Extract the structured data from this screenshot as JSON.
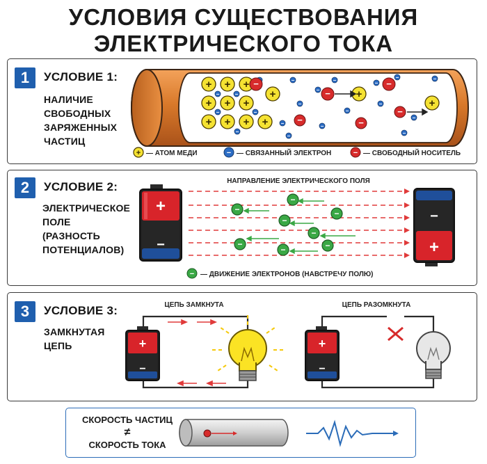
{
  "title": {
    "line1": "УСЛОВИЯ СУЩЕСТВОВАНИЯ",
    "line2": "ЭЛЕКТРИЧЕСКОГО ТОКА"
  },
  "condition1": {
    "number": "1",
    "heading": "УСЛОВИЕ 1:",
    "desc": [
      "НАЛИЧИЕ",
      "СВОБОДНЫХ",
      "ЗАРЯЖЕННЫХ",
      "ЧАСТИЦ"
    ],
    "legend": {
      "copper_atom": "— АТОМ МЕДИ",
      "bound_electron": "— СВЯЗАННЫЙ ЭЛЕКТРОН",
      "free_carrier": "— СВОБОДНЫЙ НОСИТЕЛЬ"
    }
  },
  "condition2": {
    "number": "2",
    "heading": "УСЛОВИЕ 2:",
    "desc": [
      "ЭЛЕКТРИЧЕСКОЕ",
      "ПОЛЕ",
      "(РАЗНОСТЬ",
      "ПОТЕНЦИАЛОВ)"
    ],
    "field_direction": "НАПРАВЛЕНИЕ ЭЛЕКТРИЧЕСКОГО ПОЛЯ",
    "legend_electron_motion": "— ДВИЖЕНИЕ ЭЛЕКТРОНОВ (НАВСТРЕЧУ ПОЛЮ)"
  },
  "condition3": {
    "number": "3",
    "heading": "УСЛОВИЕ 3:",
    "desc": [
      "ЗАМКНУТАЯ",
      "ЦЕПЬ"
    ],
    "closed_label": "ЦЕПЬ ЗАМКНУТА",
    "open_label": "ЦЕПЬ РАЗОМКНУТА"
  },
  "speed": {
    "line1": "СКОРОСТЬ ЧАСТИЦ",
    "not_equal": "≠",
    "line2": "СКОРОСТЬ ТОКА"
  },
  "symbols": {
    "plus": "+",
    "minus": "−"
  },
  "colors": {
    "badge_blue": "#1f5fae",
    "copper": "#d9792a",
    "atom_yellow": "#f5e232",
    "bound_electron_blue": "#2b6cc4",
    "free_carrier_red": "#d72b2b",
    "field_electron_green": "#3aa845",
    "battery_red": "#d8242a",
    "battery_black": "#222222",
    "battery_blue": "#1f4f9a"
  },
  "icons": [
    "copper-wire-icon",
    "battery-icon",
    "light-bulb-lit-icon",
    "light-bulb-off-icon",
    "cross-mark-icon",
    "wave-icon"
  ]
}
